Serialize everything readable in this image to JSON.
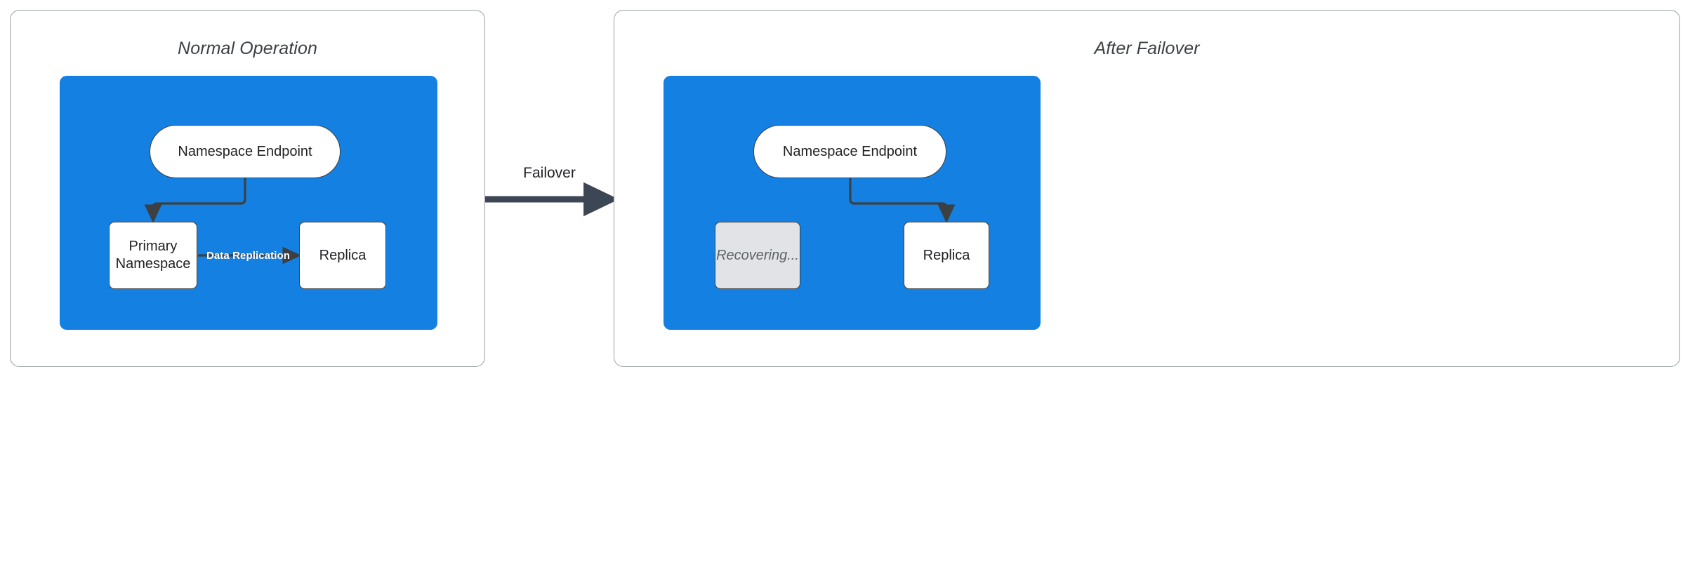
{
  "diagram": {
    "title_left": "Normal Operation",
    "title_right": "After Failover",
    "transition_label": "Failover",
    "colors": {
      "region_blue": "#1480E2",
      "node_fill": "#FFFFFF",
      "dimmed_fill": "#E1E3E6",
      "stroke": "#3C4043",
      "panel_border": "#9AA0A6",
      "label_white": "#FFFFFF",
      "dimmed_text": "#5F6368"
    },
    "left_panel": {
      "title": "Normal Operation",
      "nodes": {
        "endpoint": "Namespace Endpoint",
        "primary": "Primary\nNamespace",
        "primary_line1": "Primary",
        "primary_line2": "Namespace",
        "replica": "Replica"
      },
      "edges": {
        "endpoint_to_primary": "",
        "replication": "Data Replication"
      }
    },
    "right_panel": {
      "title": "After Failover",
      "nodes": {
        "endpoint": "Namespace Endpoint",
        "recovering": "Recovering...",
        "replica": "Replica"
      },
      "edges": {
        "endpoint_to_replica": ""
      }
    }
  }
}
